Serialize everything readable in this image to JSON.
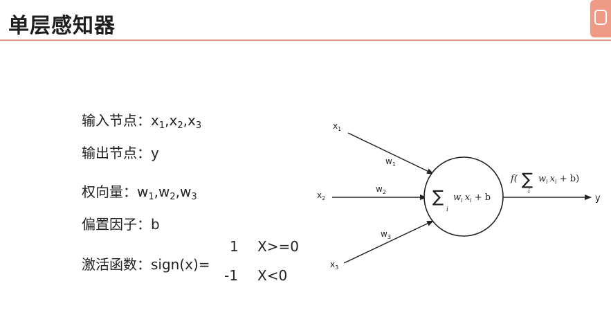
{
  "header": {
    "title": "单层感知器"
  },
  "definitions": {
    "inputs": {
      "label": "输入节点：",
      "items": [
        {
          "base": "x",
          "sub": "1"
        },
        {
          "base": "x",
          "sub": "2"
        },
        {
          "base": "x",
          "sub": "3"
        }
      ]
    },
    "output": {
      "label": "输出节点：",
      "value": "y"
    },
    "weights": {
      "label": "权向量：",
      "items": [
        {
          "base": "w",
          "sub": "1"
        },
        {
          "base": "w",
          "sub": "2"
        },
        {
          "base": "w",
          "sub": "3"
        }
      ]
    },
    "bias": {
      "label": "偏置因子：",
      "value": "b"
    },
    "activation": {
      "label": "激活函数：sign(x)=",
      "cases": [
        {
          "value": "1",
          "condition": "X>=0"
        },
        {
          "value": "-1",
          "condition": "X<0"
        }
      ]
    }
  },
  "diagram": {
    "inputs": [
      {
        "base": "x",
        "sub": "1",
        "weight_base": "w",
        "weight_sub": "1"
      },
      {
        "base": "x",
        "sub": "2",
        "weight_base": "w",
        "weight_sub": "2"
      },
      {
        "base": "x",
        "sub": "3",
        "weight_base": "w",
        "weight_sub": "3"
      }
    ],
    "neuron": {
      "sum_symbol": "∑",
      "index": "i",
      "expr_w": "w",
      "expr_x": "x",
      "expr_tail": " + b"
    },
    "output_formula": {
      "prefix": "f(",
      "sum_symbol": "∑",
      "index": "i",
      "expr_w": "w",
      "expr_x": "x",
      "suffix": " + b)"
    },
    "output_label": "y"
  }
}
